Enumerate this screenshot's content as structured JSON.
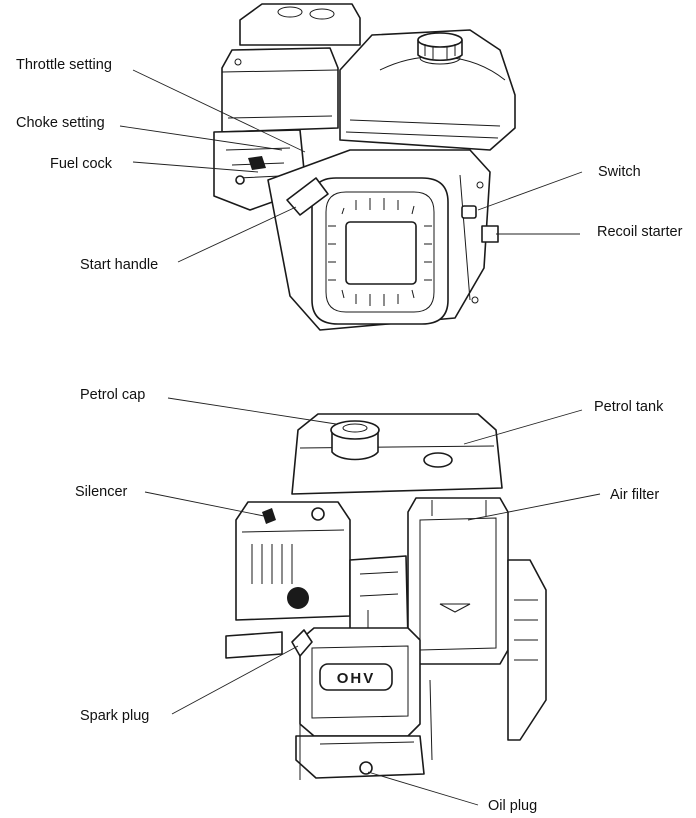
{
  "labels": {
    "throttle_setting": "Throttle setting",
    "choke_setting": "Choke setting",
    "fuel_cock": "Fuel cock",
    "start_handle": "Start handle",
    "switch": "Switch",
    "recoil_starter": "Recoil starter",
    "petrol_cap": "Petrol cap",
    "petrol_tank": "Petrol tank",
    "silencer": "Silencer",
    "air_filter": "Air filter",
    "spark_plug": "Spark plug",
    "oil_plug": "Oil plug"
  },
  "engine_marking": "OHV",
  "colors": {
    "line": "#1a1a1a",
    "background": "#ffffff",
    "text": "#111111"
  }
}
